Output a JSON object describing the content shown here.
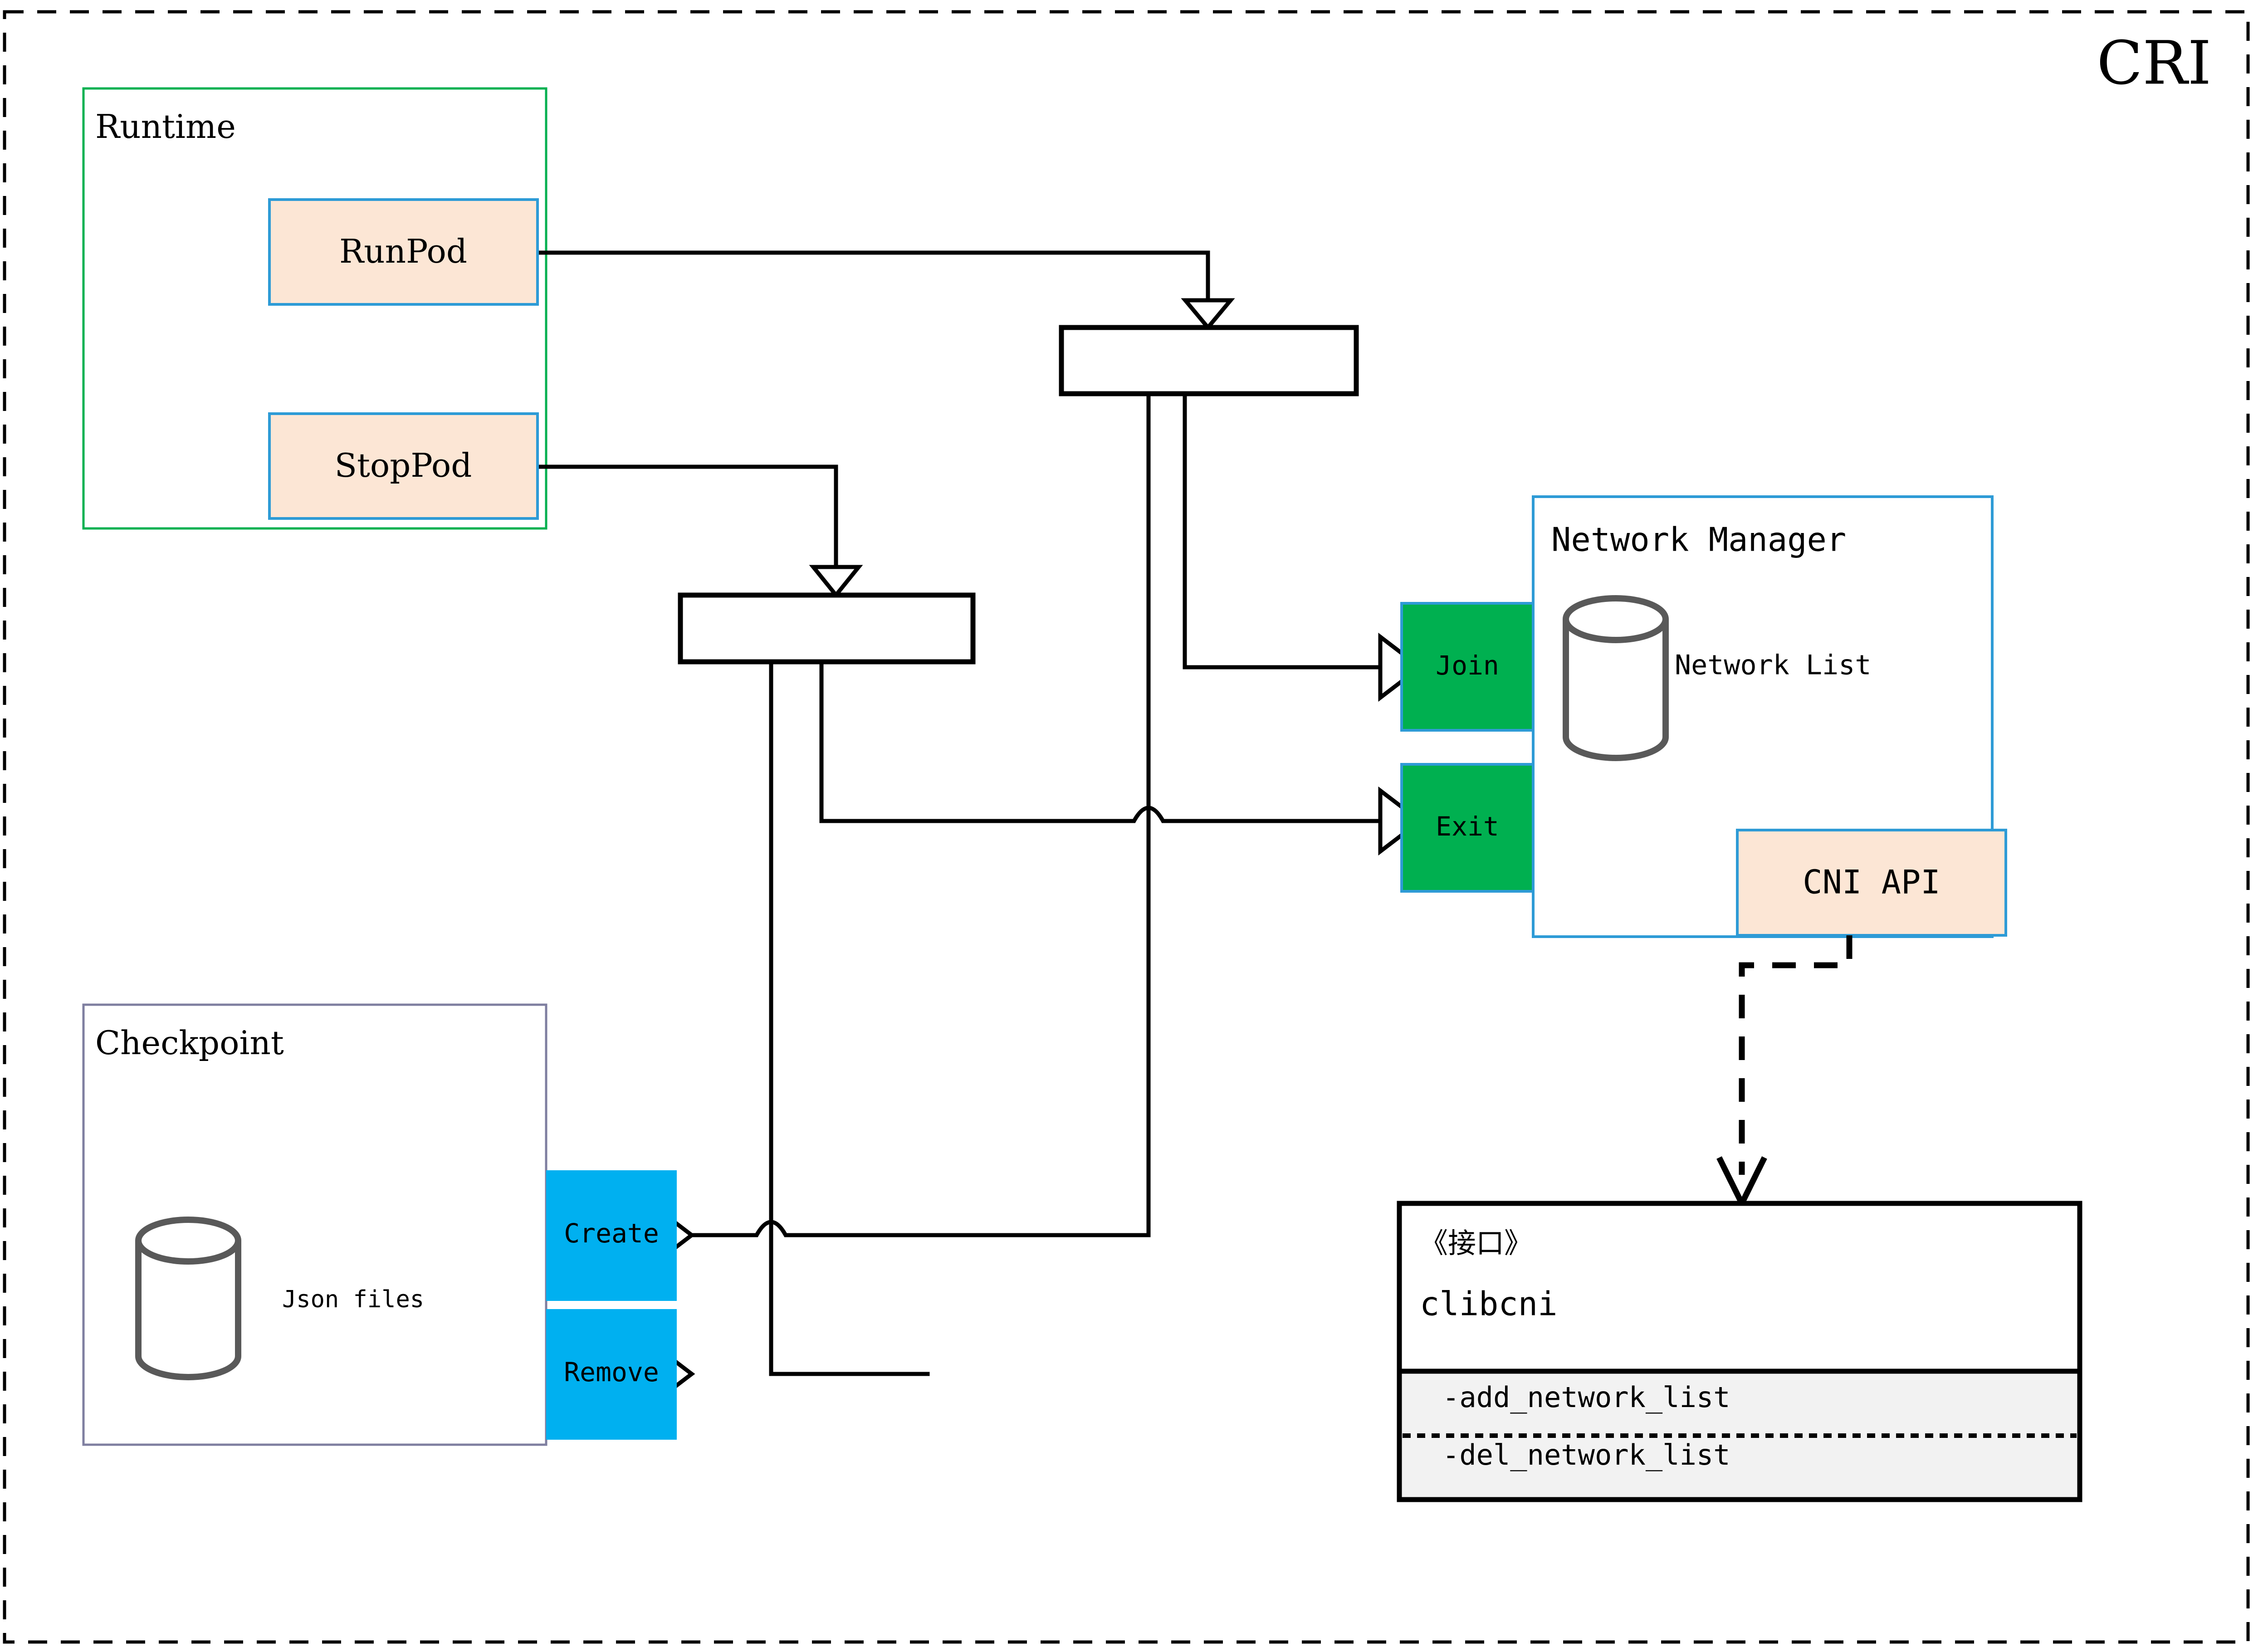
{
  "diagram": {
    "title": "CRI",
    "title_color": "#7f6000",
    "frame": {
      "style": "dashed",
      "color": "#000000"
    },
    "colors": {
      "runtime_border": "#00b050",
      "checkpoint_border": "#7f7fa0",
      "network_manager_border": "#2e9bd6",
      "peach_fill": "#fce6d5",
      "peach_border": "#2e9bd6",
      "green_fill": "#00b050",
      "green_border": "#2e9bd6",
      "cyan_fill": "#00b0f0",
      "cylinder_stroke": "#595959",
      "interface_header_fill": "#ffffff",
      "interface_body_fill": "#f2f2f2",
      "interface_border": "#000000",
      "connector_color": "#000000"
    },
    "groups": {
      "runtime": {
        "label": "Runtime",
        "operations": [
          {
            "label": "RunPod",
            "name": "runpod"
          },
          {
            "label": "StopPod",
            "name": "stoppod"
          }
        ]
      },
      "checkpoint": {
        "label": "Checkpoint",
        "store_label": "Json files",
        "operations": [
          {
            "label": "Create",
            "name": "create"
          },
          {
            "label": "Remove",
            "name": "remove"
          }
        ]
      },
      "network_manager": {
        "label": "Network Manager",
        "store_label": "Network List",
        "api_label": "CNI API",
        "operations": [
          {
            "label": "Join",
            "name": "join"
          },
          {
            "label": "Exit",
            "name": "exit"
          }
        ]
      }
    },
    "interface": {
      "stereotype": "《接口》",
      "name": "clibcni",
      "methods": [
        "-add_network_list",
        "-del_network_list"
      ]
    },
    "forks": [
      {
        "name": "fork-runpod",
        "inputs": 1,
        "outputs": 2
      },
      {
        "name": "fork-stoppod",
        "inputs": 1,
        "outputs": 2
      }
    ]
  }
}
